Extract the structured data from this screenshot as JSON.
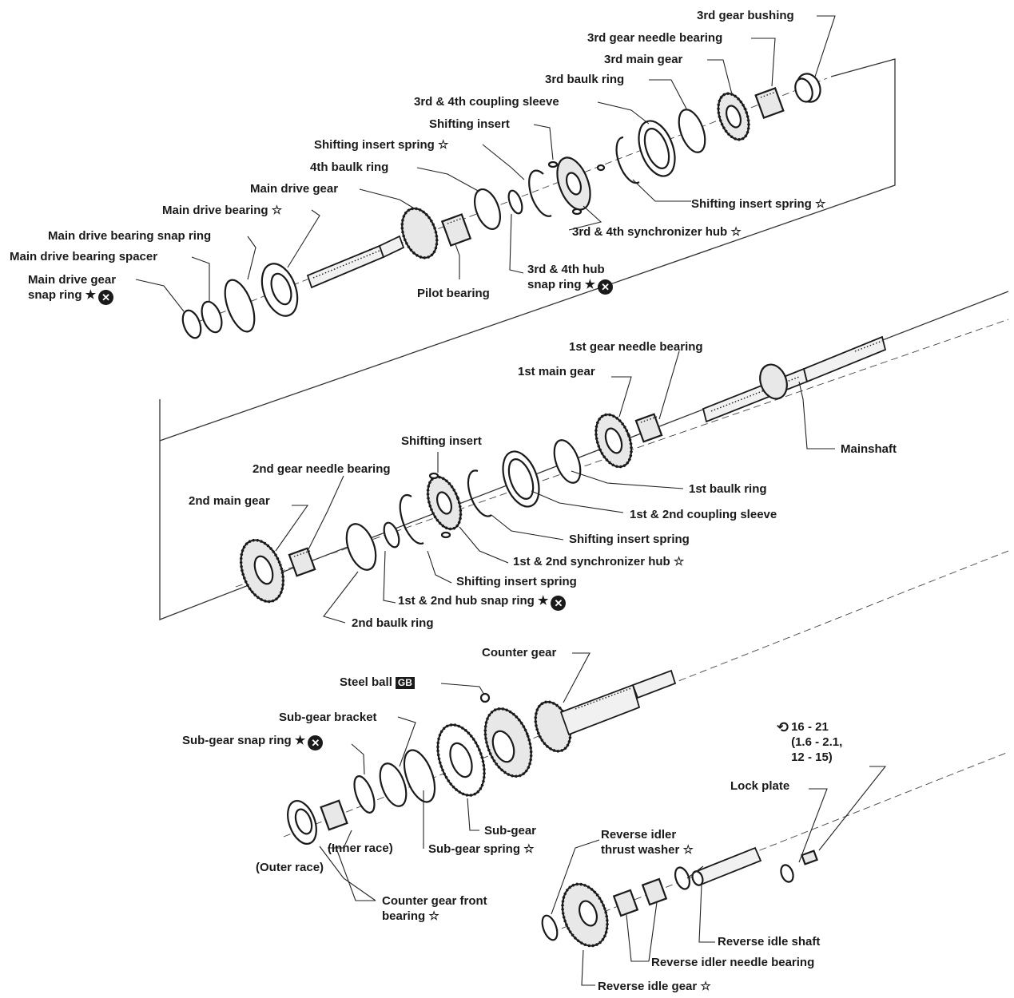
{
  "sections": {
    "drive_group": {
      "labels": [
        "3rd gear bushing",
        "3rd gear needle bearing",
        "3rd main gear",
        "3rd baulk ring",
        "3rd & 4th coupling sleeve",
        "Shifting insert",
        "Shifting insert spring ☆",
        "4th baulk ring",
        "Main drive gear",
        "Main drive bearing ☆",
        "Main drive bearing snap ring",
        "Main drive bearing spacer",
        "Main drive gear\nsnap ring ★",
        "Shifting insert spring ☆",
        "3rd & 4th synchronizer hub ☆",
        "3rd & 4th hub\nsnap ring ★",
        "Pilot bearing"
      ]
    },
    "mainshaft_group": {
      "labels": [
        "1st gear needle bearing",
        "1st main gear",
        "Mainshaft",
        "Shifting insert",
        "2nd gear needle bearing",
        "2nd main gear",
        "1st baulk ring",
        "1st & 2nd coupling sleeve",
        "Shifting insert spring",
        "1st & 2nd synchronizer hub ☆",
        "Shifting insert spring",
        "1st & 2nd hub snap ring ★",
        "2nd baulk ring"
      ]
    },
    "counter_group": {
      "labels": [
        "Counter gear",
        "Steel ball",
        "Sub-gear bracket",
        "Sub-gear snap ring ★",
        "Sub-gear",
        "(Inner race)",
        "Sub-gear spring ☆",
        "(Outer race)",
        "Counter gear front\nbearing ☆"
      ],
      "steel_ball_badge": "GB"
    },
    "reverse_group": {
      "torque_icon": "torque-wrench-icon",
      "torque_spec": "16 - 21\n(1.6 - 2.1,\n12 - 15)",
      "labels": [
        "Lock plate",
        "Reverse idler\nthrust washer ☆",
        "Reverse idle shaft",
        "Reverse idler needle bearing",
        "Reverse idle gear ☆"
      ]
    }
  },
  "symbols": {
    "replace_mark": "✕",
    "colors": {
      "ink": "#1a1a1a",
      "paper": "#ffffff"
    }
  }
}
